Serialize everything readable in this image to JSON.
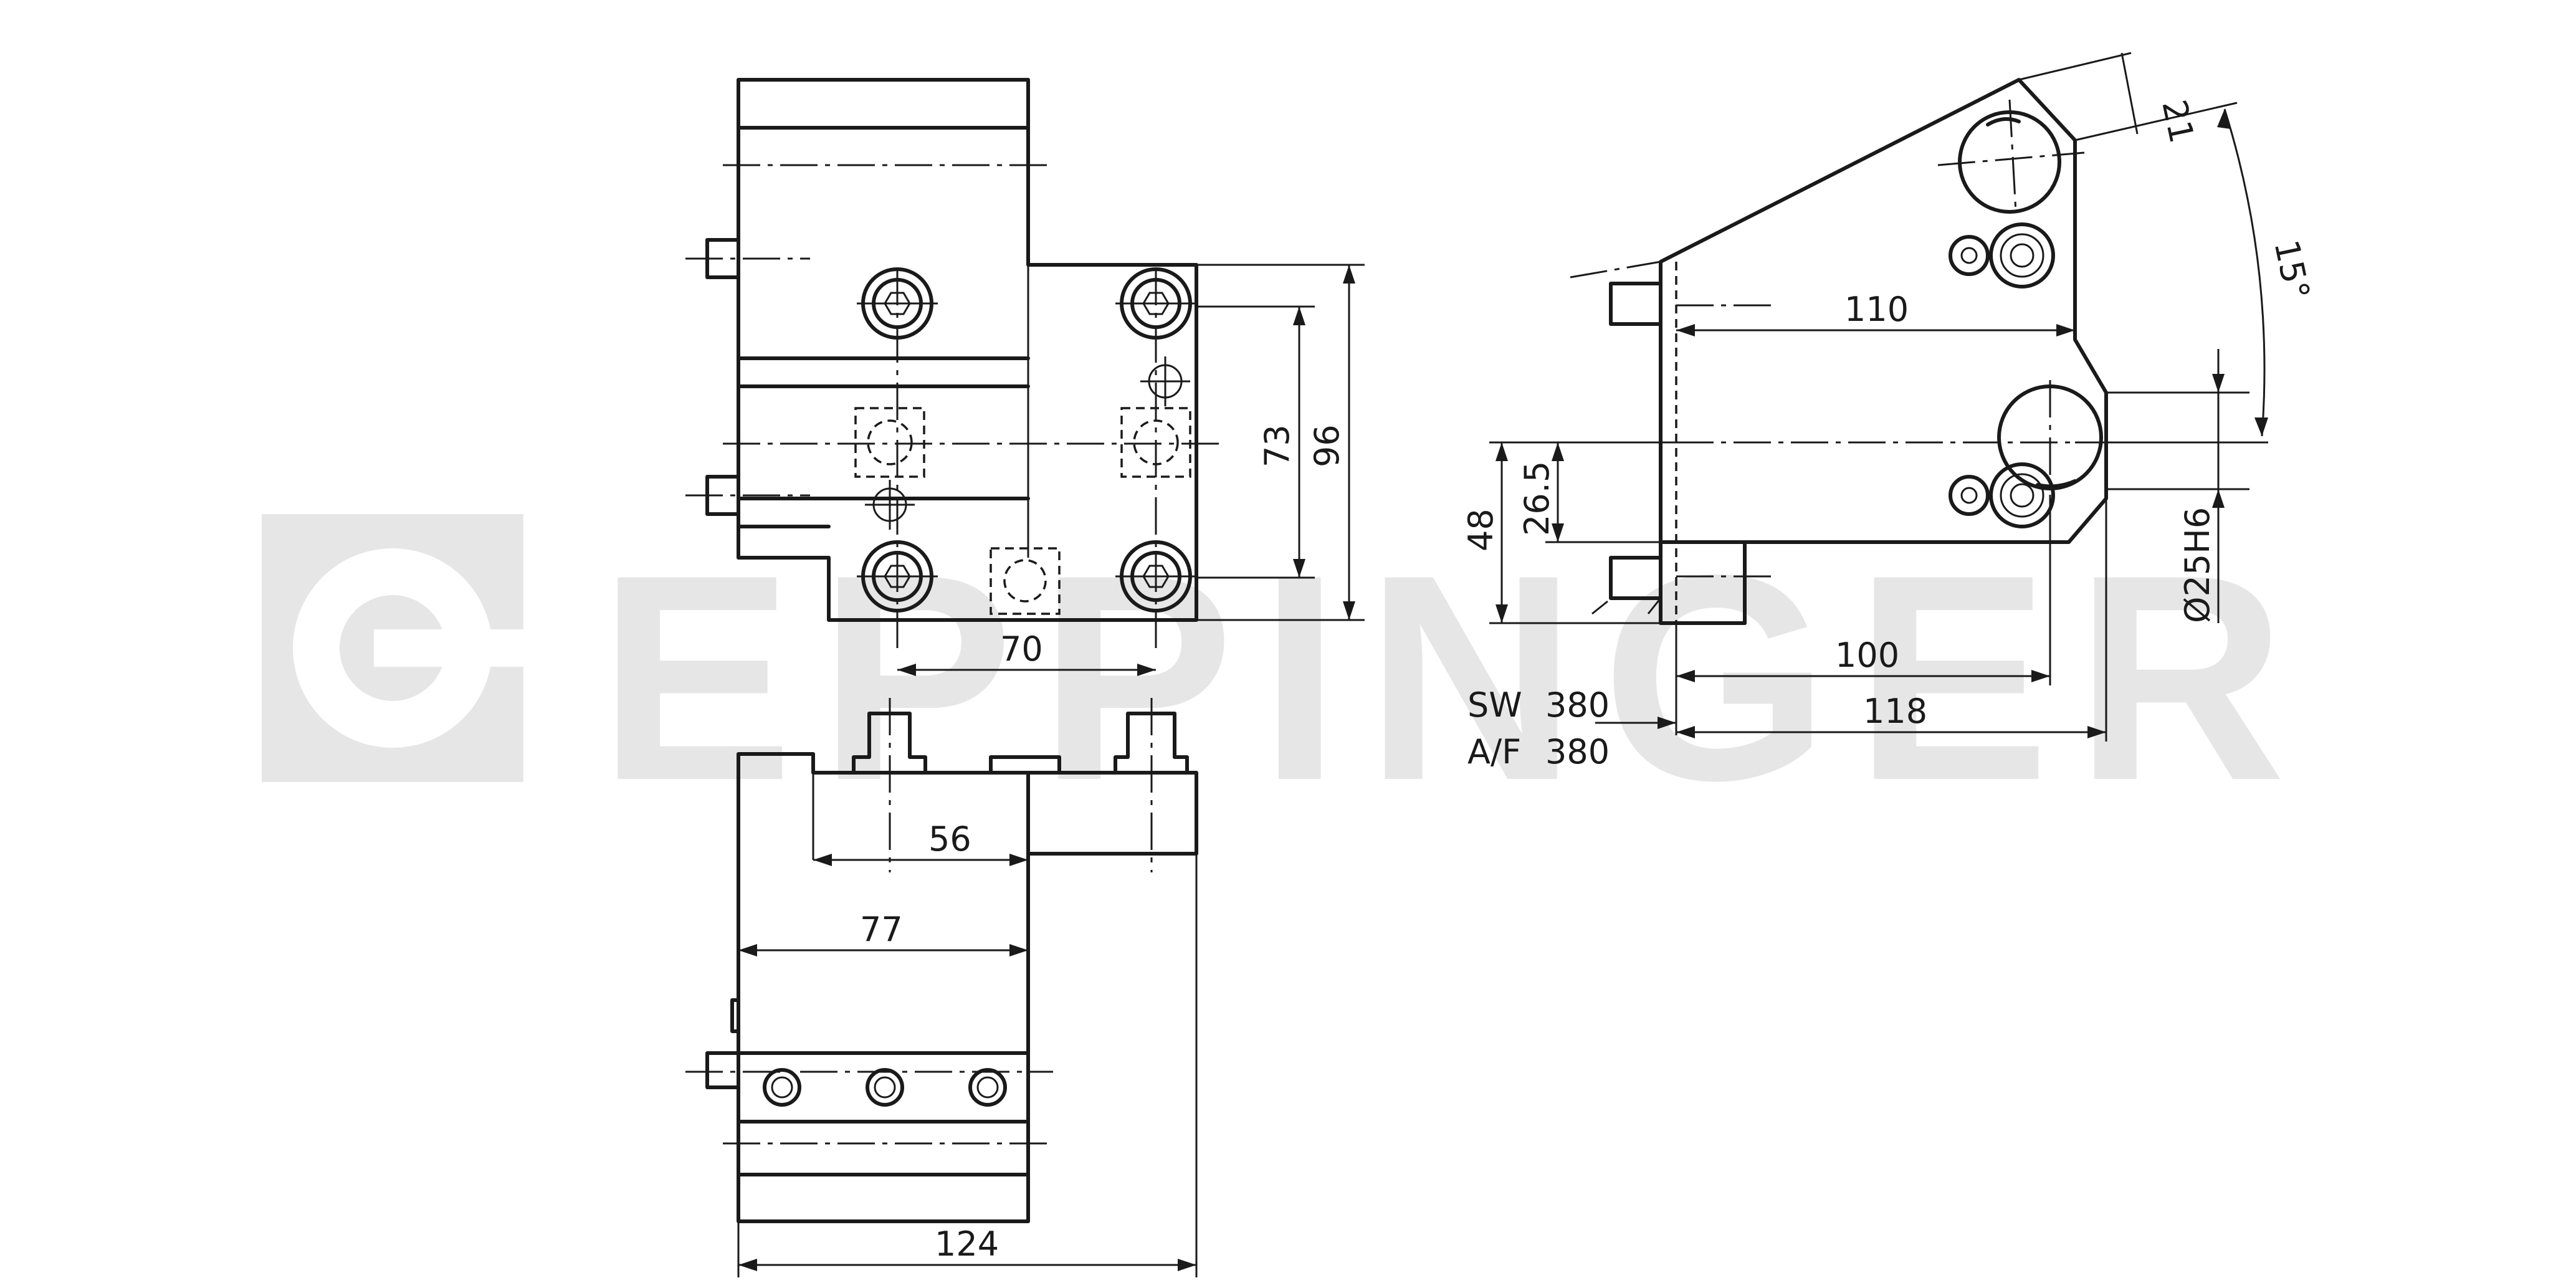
{
  "watermark": {
    "brand": "EPPINGER"
  },
  "dimensions": {
    "d73": "73",
    "d96": "96",
    "d70": "70",
    "d56": "56",
    "d77": "77",
    "d124": "124",
    "d110": "110",
    "d26_5": "26.5",
    "d48": "48",
    "d100": "100",
    "d118": "118",
    "d21": "21",
    "angle15": "15°",
    "bore": "Ø25H6"
  },
  "wrench": {
    "sw_label": "SW",
    "sw_value": "380",
    "af_label": "A/F",
    "af_value": "380"
  },
  "colors": {
    "line": "#1a1a1a",
    "watermark": "#e6e6e6",
    "background": "#ffffff"
  }
}
